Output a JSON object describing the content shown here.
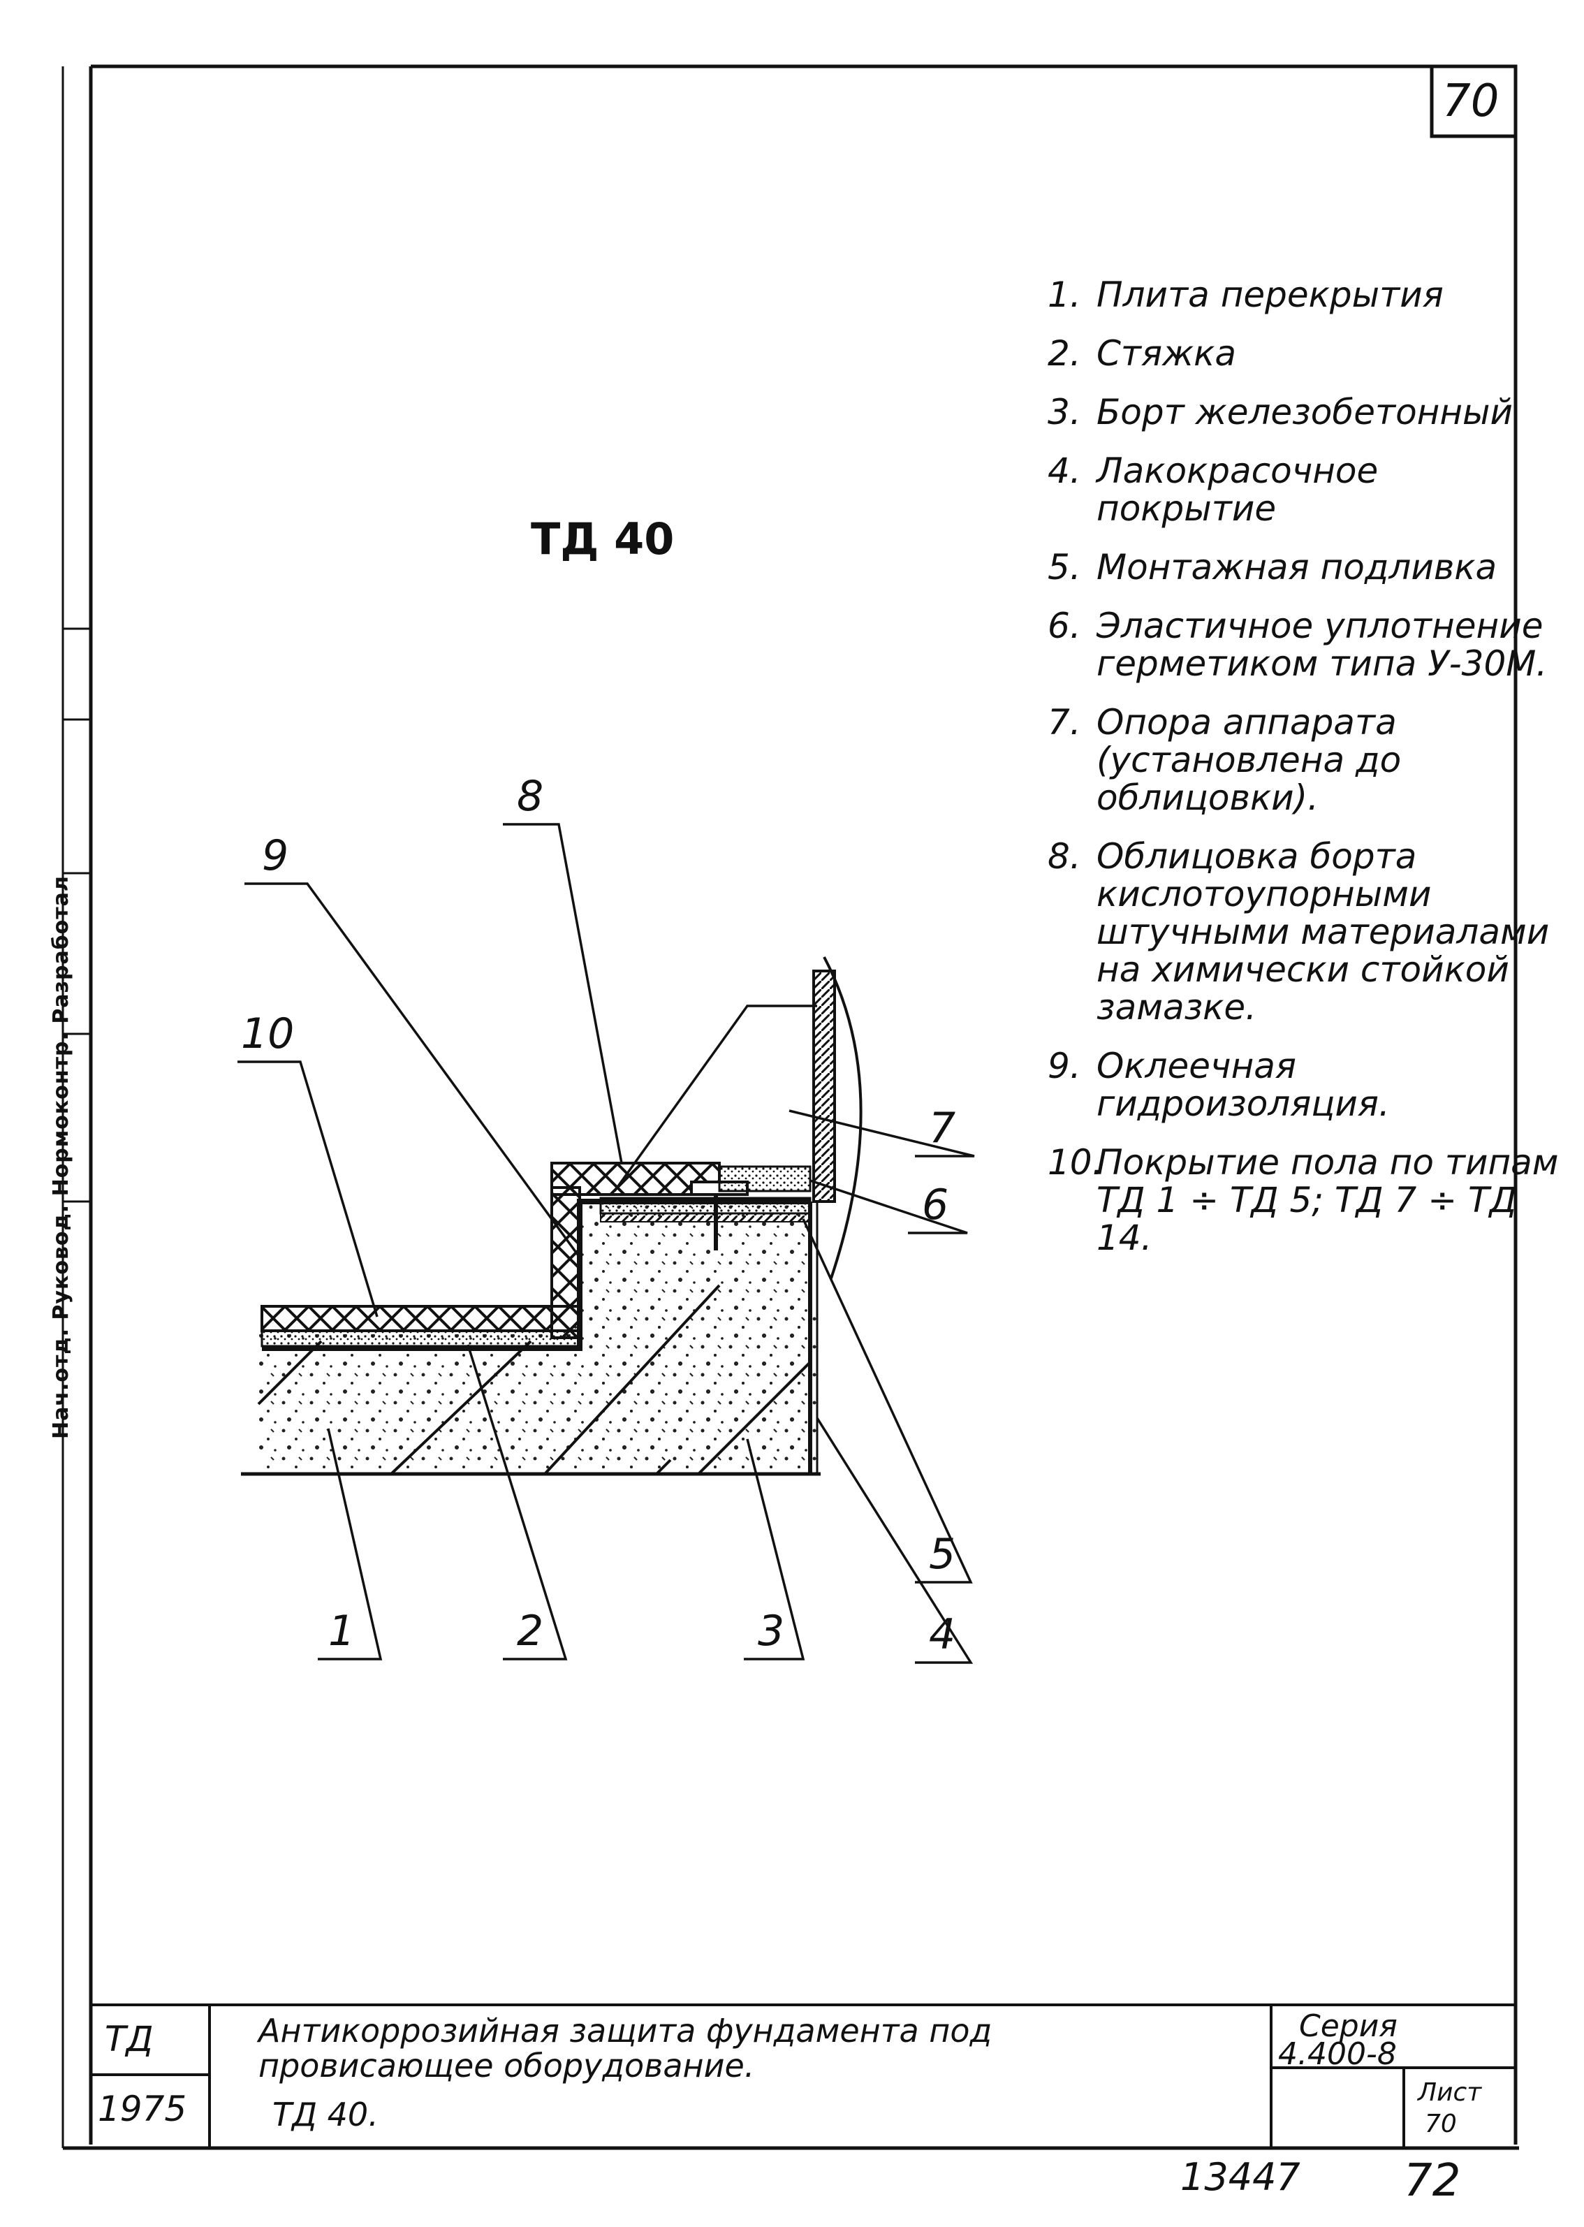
{
  "sheet": {
    "page_number": "70",
    "drawing_title": "ТД 40"
  },
  "legend": [
    {
      "num": "1.",
      "text": "Плита перекрытия"
    },
    {
      "num": "2.",
      "text": "Стяжка"
    },
    {
      "num": "3.",
      "text": "Борт железобетонный"
    },
    {
      "num": "4.",
      "text": "Лакокрасочное покрытие"
    },
    {
      "num": "5.",
      "text": "Монтажная подливка"
    },
    {
      "num": "6.",
      "text": "Эластичное уплотнение герметиком типа У-30М."
    },
    {
      "num": "7.",
      "text": "Опора аппарата (установлена до облицовки)."
    },
    {
      "num": "8.",
      "text": "Облицовка борта кислотоупорными штучными материалами на химически стойкой замазке."
    },
    {
      "num": "9.",
      "text": "Оклеечная гидроизоляция."
    },
    {
      "num": "10.",
      "text": "Покрытие пола по типам ТД 1 ÷ ТД 5; ТД 7 ÷ ТД 14."
    }
  ],
  "callouts": [
    "1",
    "2",
    "3",
    "4",
    "5",
    "6",
    "7",
    "8",
    "9",
    "10"
  ],
  "title_block": {
    "code": "ТД",
    "year": "1975",
    "description_line1": "Антикоррозийная защита фундамента под",
    "description_line2": "провисающее оборудование.",
    "description_line3": "ТД 40.",
    "series_label": "Серия",
    "series_value": "4.400-8",
    "sheet_label": "Лист",
    "sheet_value": "70"
  },
  "footer": {
    "archive_number": "13447",
    "page": "72"
  },
  "side_stamp": "Нач.отд. Руковод. Нормоконтр. Разработал"
}
